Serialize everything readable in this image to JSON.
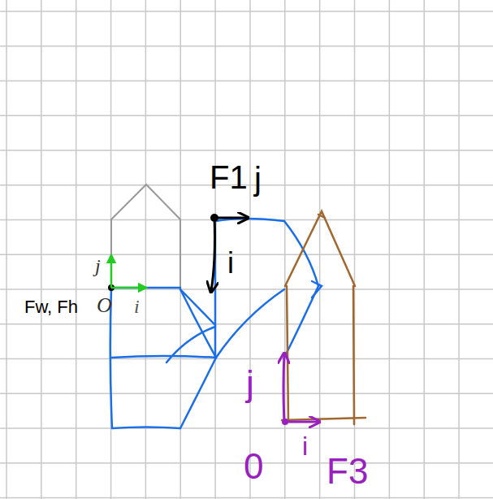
{
  "diagram": {
    "labels": [
      "F1",
      "j",
      "i",
      "j",
      "O",
      "i",
      "Fw, Fh",
      "j",
      "i",
      "0",
      "F3"
    ]
  }
}
